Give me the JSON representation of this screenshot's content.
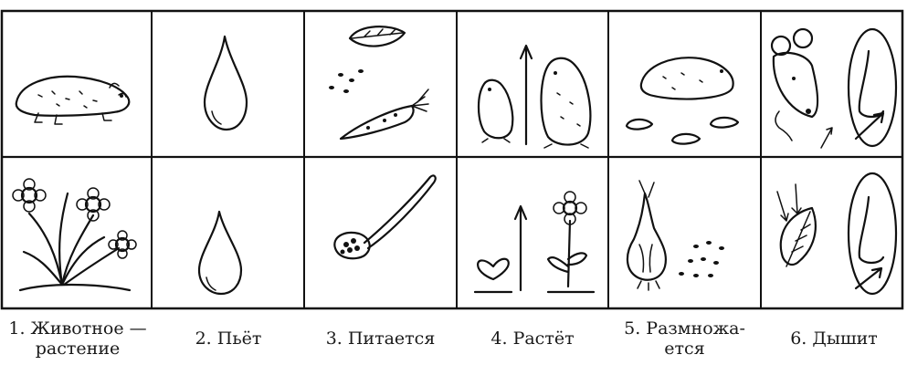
{
  "captions": [
    {
      "line1": "1. Животное —",
      "line2": "растение"
    },
    {
      "line1": "2. Пьёт",
      "line2": ""
    },
    {
      "line1": "3. Питается",
      "line2": ""
    },
    {
      "line1": "4. Растёт",
      "line2": ""
    },
    {
      "line1": "5. Размножа-",
      "line2": "ется"
    },
    {
      "line1": "6. Дышит",
      "line2": ""
    }
  ],
  "rows": [
    {
      "label": "animal",
      "cells": [
        "hamster-drawing",
        "water-drop-drawing",
        "leaf-seeds-carrot-drawing",
        "growing-hamsters-drawing",
        "hamster-with-babies-drawing",
        "mouse-and-nose-drawing"
      ]
    },
    {
      "label": "plant",
      "cells": [
        "flowers-drawing",
        "water-drop-drawing",
        "spoon-with-seeds-drawing",
        "sprout-to-flower-drawing",
        "bulb-and-seeds-drawing",
        "leaf-and-nose-drawing"
      ]
    }
  ],
  "colors": {
    "ink": "#111111",
    "background": "#ffffff"
  }
}
